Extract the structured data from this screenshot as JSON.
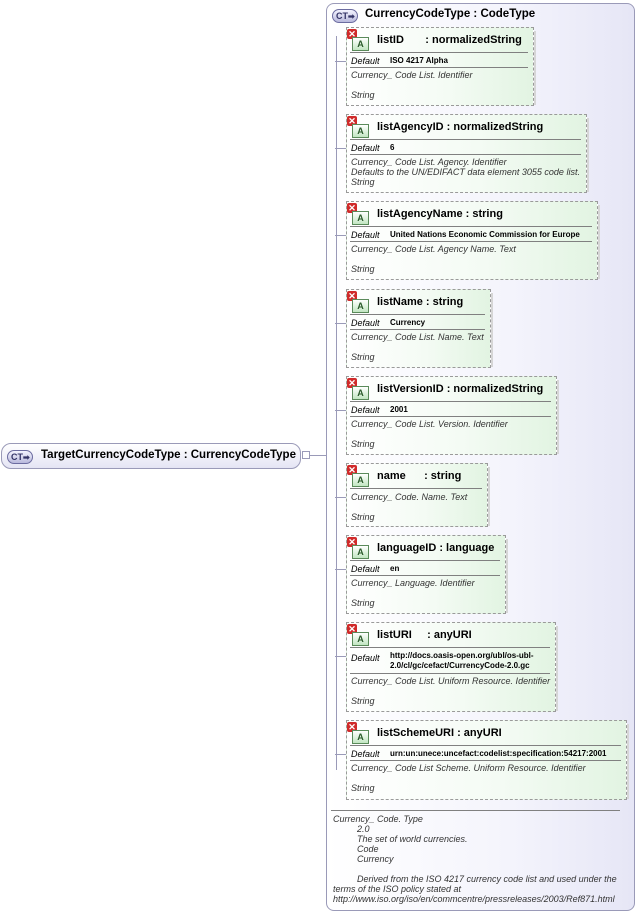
{
  "root": {
    "badge": "CT",
    "title": "TargetCurrencyCodeType : CurrencyCodeType"
  },
  "complex_type": {
    "badge": "CT",
    "title": "CurrencyCodeType : CodeType"
  },
  "attributes": [
    {
      "name": "listID       : normalizedString",
      "default_label": "Default",
      "default_value": "ISO 4217 Alpha",
      "doc": "Currency_ Code List. Identifier\n\nString"
    },
    {
      "name": "listAgencyID : normalizedString",
      "default_label": "Default",
      "default_value": "6",
      "doc": "Currency_ Code List. Agency. Identifier\nDefaults to the UN/EDIFACT data element 3055 code list.\nString"
    },
    {
      "name": "listAgencyName : string",
      "default_label": "Default",
      "default_value": "United Nations Economic Commission for Europe",
      "doc": "Currency_ Code List. Agency Name. Text\n\nString"
    },
    {
      "name": "listName : string",
      "default_label": "Default",
      "default_value": "Currency",
      "doc": "Currency_ Code List. Name. Text\n\nString"
    },
    {
      "name": "listVersionID : normalizedString",
      "default_label": "Default",
      "default_value": "2001",
      "doc": "Currency_ Code List. Version. Identifier\n\nString"
    },
    {
      "name": "name      : string",
      "doc": "Currency_ Code. Name. Text\n\nString"
    },
    {
      "name": "languageID : language",
      "default_label": "Default",
      "default_value": "en",
      "doc": "Currency_ Language. Identifier\n\nString"
    },
    {
      "name": "listURI     : anyURI",
      "default_label": "Default",
      "default_value": "http://docs.oasis-open.org/ubl/os-ubl-\n2.0/cl/gc/cefact/CurrencyCode-2.0.gc",
      "doc": "Currency_ Code List. Uniform Resource. Identifier\n\nString"
    },
    {
      "name": "listSchemeURI : anyURI",
      "default_label": "Default",
      "default_value": "urn:un:unece:uncefact:codelist:specification:54217:2001",
      "doc": "Currency_ Code List Scheme. Uniform Resource. Identifier\n\nString"
    }
  ],
  "documentation": {
    "line1": "Currency_ Code. Type",
    "indented": "2.0\nThe set of world currencies.\nCode\nCurrency\n\nDerived from the ISO 4217 currency code list and used under the",
    "tail": "terms of the ISO policy stated at\nhttp://www.iso.org/iso/en/commcentre/pressreleases/2003/Ref871.html"
  }
}
